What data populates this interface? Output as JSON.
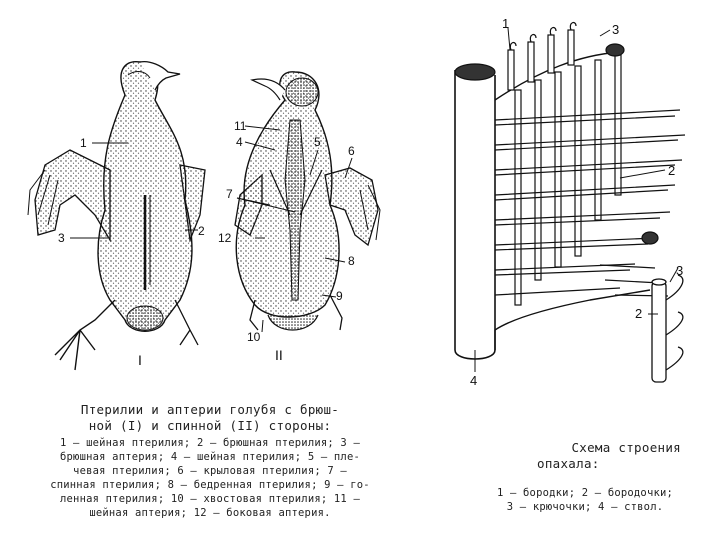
{
  "left_figure": {
    "labels": {
      "l1": "1",
      "l2": "2",
      "l3": "3",
      "l4": "4",
      "l5": "5",
      "l6": "6",
      "l7": "7",
      "l8": "8",
      "l9": "9",
      "l10": "10",
      "l11": "11",
      "l12": "12"
    },
    "view_labels": {
      "I": "I",
      "II": "II"
    },
    "caption": {
      "title_line1": "Птерилии и аптерии голубя с брюш-",
      "title_line2": "ной (I) и спинной (II) стороны:",
      "legend": [
        "1 — шейная птерилия; 2 — брюшная птерилия; 3 —",
        "брюшная аптерия; 4 — шейная птерилия; 5 — пле-",
        "чевая птерилия; 6 — крыловая птерилия; 7 —",
        "спинная птерилия; 8 — бедренная птерилия; 9 — го-",
        "ленная птерилия; 10 — хвостовая птерилия; 11 —",
        "шейная аптерия; 12 — боковая аптерия."
      ]
    }
  },
  "right_figure": {
    "labels": {
      "l1": "1",
      "l2": "2",
      "l3": "3",
      "l4": "4",
      "i2": "2",
      "i3": "3"
    },
    "caption": {
      "title_line1": "Схема строения",
      "title_line2": "опахала:",
      "legend": [
        "1 — бородки; 2 — бородочки;",
        "3 — крючочки; 4 — ствол."
      ]
    }
  }
}
